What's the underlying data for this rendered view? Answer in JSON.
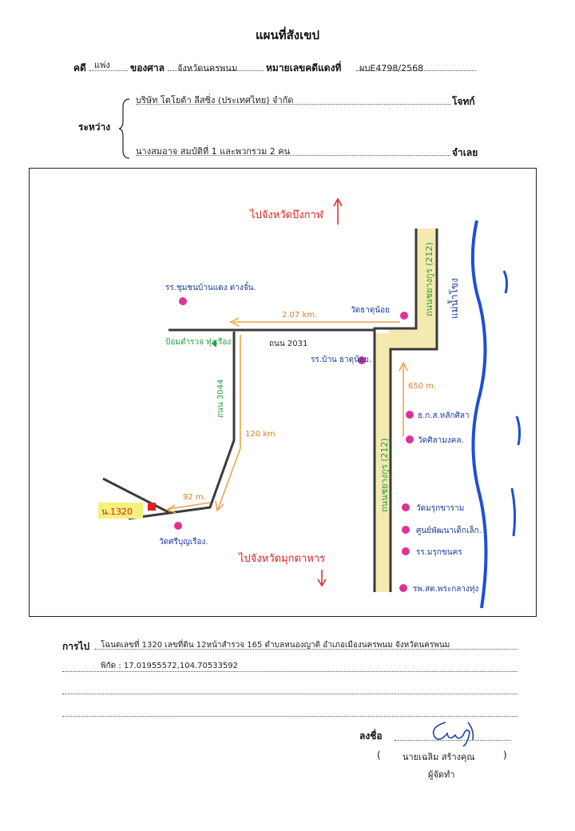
{
  "header": {
    "title": "แผนที่สังเขป"
  },
  "case": {
    "label_case": "คดี",
    "case_type": "แพ่ง",
    "label_court": "ของศาล",
    "court": "จังหวัดนครพนม",
    "label_red_no": "หมายเลขคดีแดงที่",
    "red_no": "ผบE4798/2568"
  },
  "parties": {
    "label_between": "ระหว่าง",
    "plaintiff": "บริษัท โตโยต้า ลีสซิ่ง (ประเทศไทย) จำกัด",
    "plaintiff_role": "โจทก์",
    "defendant": "นางสมอาจ สมบัติที่ 1 และพวกรวม 2 คน",
    "defendant_role": "จำเลย"
  },
  "map": {
    "top_direction": "ไปจังหวัดบึงกาฬ",
    "bottom_direction": "ไปจังหวัดมุกดาหาร",
    "river": "แม่น้ำโขง",
    "road_212_top": "ถนนชยางกูร (212)",
    "road_212_bottom": "ถนนชยางกูร (212)",
    "road_2031": "ถนน 2031",
    "road_local": "ถนน 3044",
    "dist_207": "2.07 km.",
    "dist_650": "650 m.",
    "dist_120": "120 km",
    "dist_92": "92 m.",
    "plot_tag": "น.1320",
    "landmarks": {
      "school_top": "รร.ชุมชนบ้านแดง ต่างจั๋น.",
      "temple_top": "วัดธาตุน้อย",
      "school_mid": "รร.บ้าน ธาตุน้อย.",
      "bank": "ธ.ก.ส.หลักศิลา",
      "temple_mid": "วัดศิลามงคล.",
      "temple_2": "วัดมรุกขาราม",
      "center": "ศูนย์พัฒนาเด็กเล็ก.",
      "school_2": "รร.มรุกขนคร",
      "hospital": "รพ.สต.พระกลางทุ่ง",
      "temple_bottom": "วัดศรีบุญเรือง.",
      "market": "ป้อมตำรวจ ทุ่งเรือง"
    },
    "colors": {
      "road": "#3b3b3b",
      "highway_fill": "#f4eab0",
      "river": "#1e4fd6",
      "arrow": "#f0a040",
      "red_text": "#e02020",
      "green_text": "#23a040",
      "blue_text": "#1a3a9a",
      "dot": "#e0309a"
    }
  },
  "directions": {
    "label": "การไป",
    "line1": "โฉนดเลขที่ 1320 เลขที่ดิน 12หน้าสำรวจ 165 ตำบลหนองญาติ อำเภอเมืองนครพนม จังหวัดนครพนม",
    "line2": "พิกัด : 17.01955572,104.70533592"
  },
  "signature": {
    "label": "ลงชื่อ",
    "open_paren": "(",
    "name": "นายเฉลิม สร้างคุณ",
    "close_paren": ")",
    "role": "ผู้จัดทำ"
  }
}
